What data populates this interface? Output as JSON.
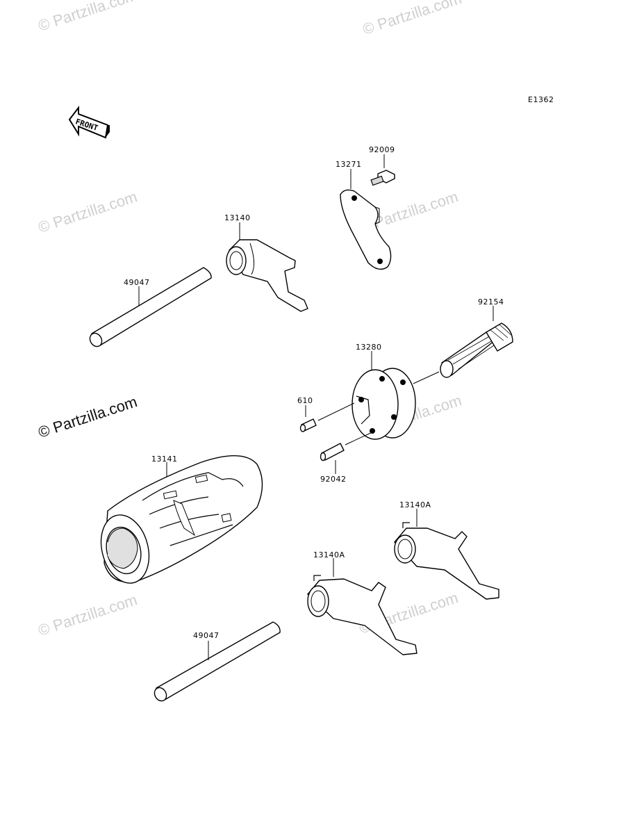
{
  "diagram_code": "E1362",
  "front_arrow_label": "FRONT",
  "watermarks": {
    "faint": "© Partzilla.com",
    "strong": "© Partzilla.com"
  },
  "parts": {
    "shaft_upper": "49047",
    "fork_upper": "13140",
    "plate": "13271",
    "plate_bolt": "92009",
    "bolt": "92154",
    "drum_holder": "13280",
    "pin_small": "610",
    "pin_long": "92042",
    "drum": "13141",
    "fork_right": "13140A",
    "fork_center": "13140A",
    "shaft_lower": "49047"
  },
  "colors": {
    "line": "#000000",
    "shade": "#d8d8d8",
    "watermark": "#cfcfcf"
  }
}
